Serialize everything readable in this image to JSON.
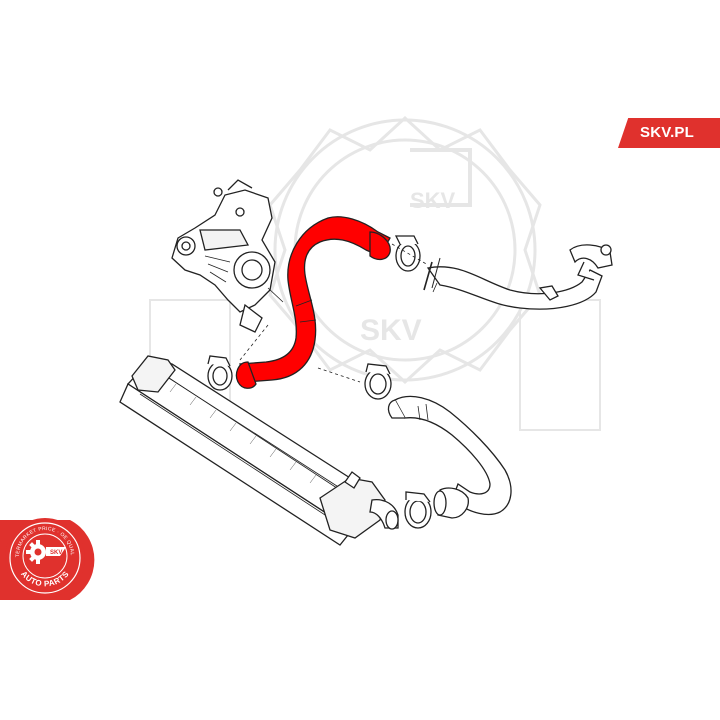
{
  "brand": {
    "tag_text": "SKV.PL",
    "badge_ring_text": "AFTERMARKET PRICE · OE QUALITY",
    "badge_center_text": "SKV",
    "badge_bottom_text": "AUTO PARTS",
    "accent_color": "#e0312d"
  },
  "watermark": {
    "text_top": "SKV",
    "text_middle": "SKV",
    "color": "#e6e6e6"
  },
  "diagram": {
    "highlight_color": "#ff0000",
    "line_color": "#222222",
    "parts": [
      "turbocharger",
      "highlighted-intercooler-hose",
      "hose-clamp",
      "upper-intake-pipe",
      "intercooler",
      "lower-intercooler-hose"
    ]
  }
}
